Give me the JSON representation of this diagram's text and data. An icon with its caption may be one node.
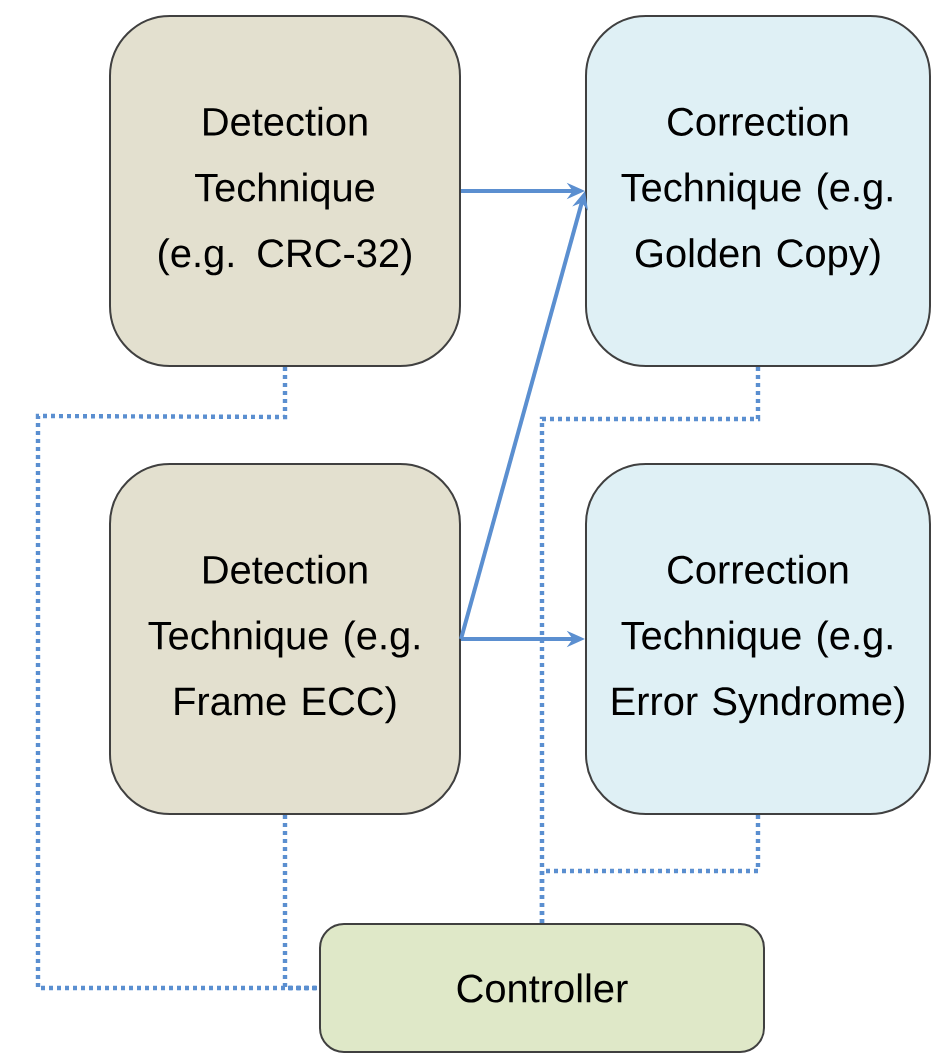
{
  "diagram": {
    "nodes": [
      {
        "text": [
          "Detection Technique (e.g. CRC-32)"
        ]
      },
      {
        "text": [
          "Correction Technique (e.g. Golden Copy)"
        ]
      },
      {
        "text": [
          "Detection Technique (e.g. Frame ECC)"
        ]
      },
      {
        "text": [
          "Correction Technique (e.g. Error Syndrome)"
        ]
      },
      {
        "text": [
          "Controller"
        ]
      }
    ],
    "edges": [
      {
        "from": 0,
        "to": 1,
        "arrow": "to"
      },
      {
        "from": 2,
        "to": 1,
        "arrow": "to"
      },
      {
        "from": 2,
        "to": 3,
        "arrow": "to"
      },
      {
        "from": 0,
        "to": 4,
        "arrow": "none",
        "style": "dashed"
      },
      {
        "from": 2,
        "to": 4,
        "arrow": "none",
        "style": "dashed"
      },
      {
        "from": 1,
        "to": 4,
        "arrow": "none",
        "style": "dashed"
      },
      {
        "from": 3,
        "to": 4,
        "arrow": "none",
        "style": "dashed"
      }
    ]
  }
}
